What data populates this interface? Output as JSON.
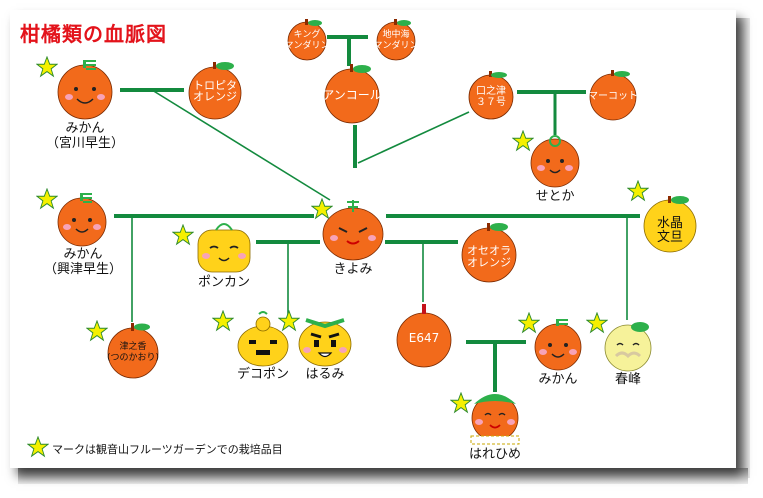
{
  "title": "柑橘類の血脈図",
  "legend": {
    "text": "マークは観音山フルーツガーデンでの栽培品目"
  },
  "colors": {
    "orange": "#f26a1b",
    "yellow": "#ffd21a",
    "star": "#f5f000",
    "title": "#e3131b",
    "line": "#138a3e",
    "leaf": "#2db04b"
  },
  "fruits": {
    "king": {
      "inner": "キング\nマンダリン"
    },
    "chichu": {
      "inner": "地中海\nマンダリン"
    },
    "ancore": {
      "inner": "アンコール"
    },
    "tropita": {
      "inner": "トロピタ\nオレンジ"
    },
    "kuchinotsu": {
      "inner": "口之津\n３７号"
    },
    "murcott": {
      "inner": "マーコット"
    },
    "mikan_miyagawa": {
      "label": "みかん\n（宮川早生）"
    },
    "setoka": {
      "label": "せとか"
    },
    "mikan_kotsu": {
      "label": "みかん\n（興津早生）"
    },
    "kiyomi": {
      "label": "きよみ"
    },
    "buntan": {
      "inner": "水晶\n文旦"
    },
    "ponkan": {
      "label": "ポンカン"
    },
    "oseora": {
      "inner": "オセオラ\nオレンジ"
    },
    "tsunokaori": {
      "inner": "津之香\n(つのかおり)"
    },
    "dekopon": {
      "label": "デコポン"
    },
    "harumi": {
      "label": "はるみ"
    },
    "e647": {
      "inner": "E647"
    },
    "mikan_small": {
      "label": "みかん"
    },
    "harumine": {
      "label": "春峰"
    },
    "harehime": {
      "label": "はれひめ"
    }
  }
}
